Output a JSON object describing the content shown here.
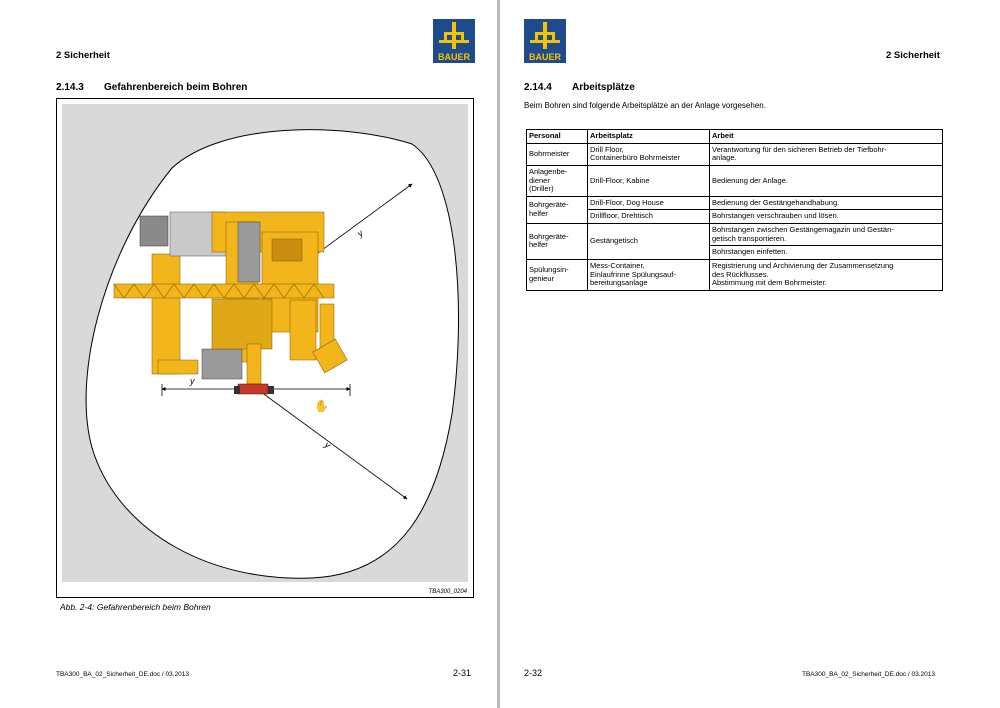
{
  "left_page": {
    "chapter": "2 Sicherheit",
    "section_number": "2.14.3",
    "section_title": "Gefahrenbereich beim Bohren",
    "figure_id": "TBA300_0204",
    "dimension_label": "y",
    "caption": "Abb. 2-4: Gefahrenbereich beim Bohren",
    "footer_doc": "TBA300_BA_02_Sicherheit_DE.doc / 03.2013",
    "page_number": "2-31"
  },
  "right_page": {
    "chapter": "2 Sicherheit",
    "section_number": "2.14.4",
    "section_title": "Arbeitsplätze",
    "intro": "Beim Bohren sind folgende Arbeitsplätze an der Anlage vorgesehen.",
    "table": {
      "headers": [
        "Personal",
        "Arbeitsplatz",
        "Arbeit"
      ],
      "rows": [
        {
          "personal": "Bohrmeister",
          "platz": "Drill Floor,\nContainerbüro Bohrmeister",
          "arbeit": "Verantwortung für den sicheren Betrieb der Tiefbohr-\nanlage."
        },
        {
          "personal": "Anlagenbe-\ndiener\n(Driller)",
          "platz": "Drill-Floor, Kabine",
          "arbeit": "Bedienung der Anlage."
        },
        {
          "personal": "Bohrgeräte-\nhelfer",
          "platz": "Drill-Floor, Dog House",
          "arbeit": "Bedienung der Gestängehandhabung."
        },
        {
          "personal": "",
          "platz": "Drillfloor, Drehtisch",
          "arbeit": "Bohrstangen verschrauben und lösen."
        },
        {
          "personal": "Bohrgeräte-\nhelfer",
          "platz": "Gestängetisch",
          "arbeit": "Bohrstangen zwischen Gestängemagazin und Gestän-\ngetisch transportieren."
        },
        {
          "personal": "",
          "platz": "",
          "arbeit": "Bohrstangen einfetten."
        },
        {
          "personal": "Spülungsin-\ngenieur",
          "platz": "Mess-Container,\nEinlaufrinne Spülungsauf-\nbereitungsanlage",
          "arbeit": "Registrierung und Archivierung der Zusammensetzung\ndes Rückflusses.\nAbstimmung mit dem Bohrmeister."
        }
      ]
    },
    "footer_doc": "TBA300_BA_02_Sicherheit_DE.doc / 03.2013",
    "page_number": "2-32"
  },
  "logo": {
    "text": "BAUER",
    "color": "#1e4a8e",
    "accent": "#f5c400"
  },
  "colors": {
    "rig_yellow": "#f2b51c",
    "rig_dark": "#6b6b6b",
    "figure_bg": "#d9d9d9"
  }
}
